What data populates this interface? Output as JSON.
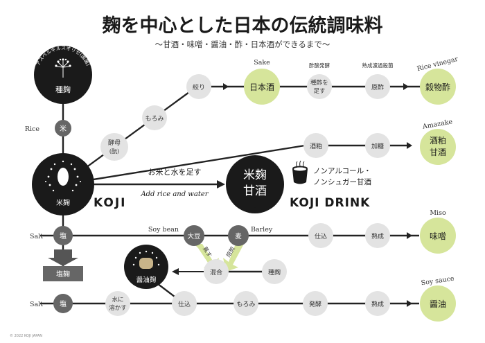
{
  "title": "麹を中心とした日本の伝統調味料",
  "subtitle": "〜甘酒・味噌・醤油・酢・日本酒ができるまで〜",
  "copyright": "© 2022 KOJI JAPAN",
  "nodes": {
    "tane_koji": "種麹",
    "aspergillus": "アスペルギルスオリゼ(国菌)",
    "rice_label": "Rice",
    "kome": "米",
    "kome_koji": "米麹",
    "koji_label": "KOJI",
    "koubo": "酵母(酛)",
    "moromi1": "もろみ",
    "shibori": "絞り",
    "nihonshu": "日本酒",
    "sake_label": "Sake",
    "sakusan_hakkou": "酢酸発酵",
    "tanezu": "種酢を足す",
    "jukusei_roka": "熟成濾過殺菌",
    "genzu": "原酢",
    "rice_vinegar_label": "Rice vinegar",
    "kokumotsuzu": "穀物酢",
    "sakekasu": "酒粕",
    "katou": "加糖",
    "amazake_label": "Amazake",
    "sakekasu_amazake": "酒粕甘酒",
    "arrow_ja": "お米と水を足す",
    "arrow_en": "Add rice and water",
    "koji_amazake": "米麹甘酒",
    "koji_drink_label": "KOJI DRINK",
    "nonalcohol": "ノンアルコール・",
    "nonsugar": "ノンシュガー甘酒",
    "salt_label1": "Salt",
    "shio1": "塩",
    "shio_koji": "塩麹",
    "soybean_label": "Soy bean",
    "daizu": "大豆",
    "barley_label": "Barley",
    "mugi": "麦",
    "mushimasu": "蒸す",
    "irimasu": "焙煎",
    "shikomi1": "仕込",
    "jukusei1": "熟成",
    "miso_label": "Miso",
    "miso": "味噌",
    "shouyu_koji": "醤油麹",
    "kongou": "混合",
    "tanekoji2": "種麹",
    "salt_label2": "Salt",
    "shio2": "塩",
    "mizu": "水に溶かす",
    "shikomi2": "仕込",
    "moromi2": "もろみ",
    "hakkou": "発酵",
    "jukusei2": "熟成",
    "soysauce_label": "Soy sauce",
    "shouyu": "醤油"
  },
  "colors": {
    "black": "#1a1a1a",
    "dark_gray": "#666666",
    "light_gray": "#e3e3e3",
    "green": "#d6e59b",
    "line": "#222222",
    "gray_line": "#8a8a8a"
  }
}
